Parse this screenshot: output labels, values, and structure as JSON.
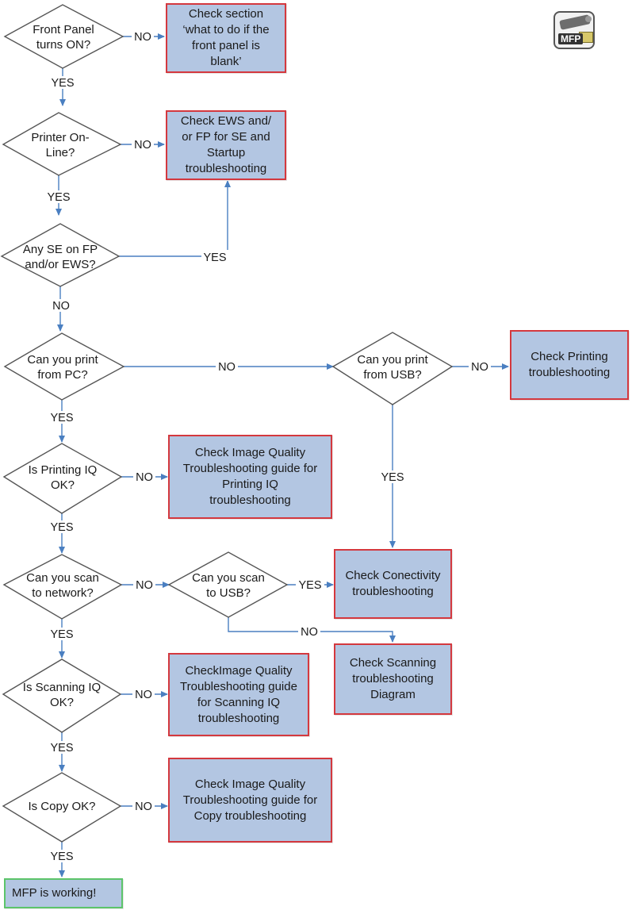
{
  "badge": {
    "text": "MFP",
    "icon": "mfp-printer-icon"
  },
  "colors": {
    "box_fill": "#b3c6e2",
    "box_border": "#d4383e",
    "final_border": "#5cc46a",
    "arrow": "#4a7fc1"
  },
  "decisions": {
    "front_panel": [
      "Front Panel",
      "turns ON?"
    ],
    "printer_online": [
      "Printer On-",
      "Line?"
    ],
    "any_se": [
      "Any SE on FP",
      "and/or EWS?"
    ],
    "print_pc": [
      "Can you print",
      "from PC?"
    ],
    "print_usb": [
      "Can you print",
      "from USB?"
    ],
    "printing_iq": [
      "Is Printing IQ",
      "OK?"
    ],
    "scan_network": [
      "Can you scan",
      "to network?"
    ],
    "scan_usb": [
      "Can you scan",
      "to USB?"
    ],
    "scanning_iq": [
      "Is Scanning IQ",
      "OK?"
    ],
    "copy": [
      "Is Copy OK?"
    ]
  },
  "actions": {
    "blank_panel": "Check section\n‘what to do if the\nfront panel is\nblank’",
    "ews_fp": "Check EWS and/\nor FP for SE and\nStartup\ntroubleshooting",
    "printing": "Check Printing\ntroubleshooting",
    "image_quality_printing": "Check Image Quality\nTroubleshooting guide for\nPrinting IQ\ntroubleshooting",
    "connectivity": "Check Conectivity\ntroubleshooting",
    "scanning_diagram": "Check Scanning\ntroubleshooting\nDiagram",
    "image_quality_scanning": "CheckImage Quality\nTroubleshooting guide\nfor Scanning IQ\ntroubleshooting",
    "image_quality_copy": "Check Image Quality\nTroubleshooting guide for\nCopy troubleshooting",
    "working": "MFP is working!"
  },
  "labels": {
    "yes": "YES",
    "no": "NO"
  }
}
